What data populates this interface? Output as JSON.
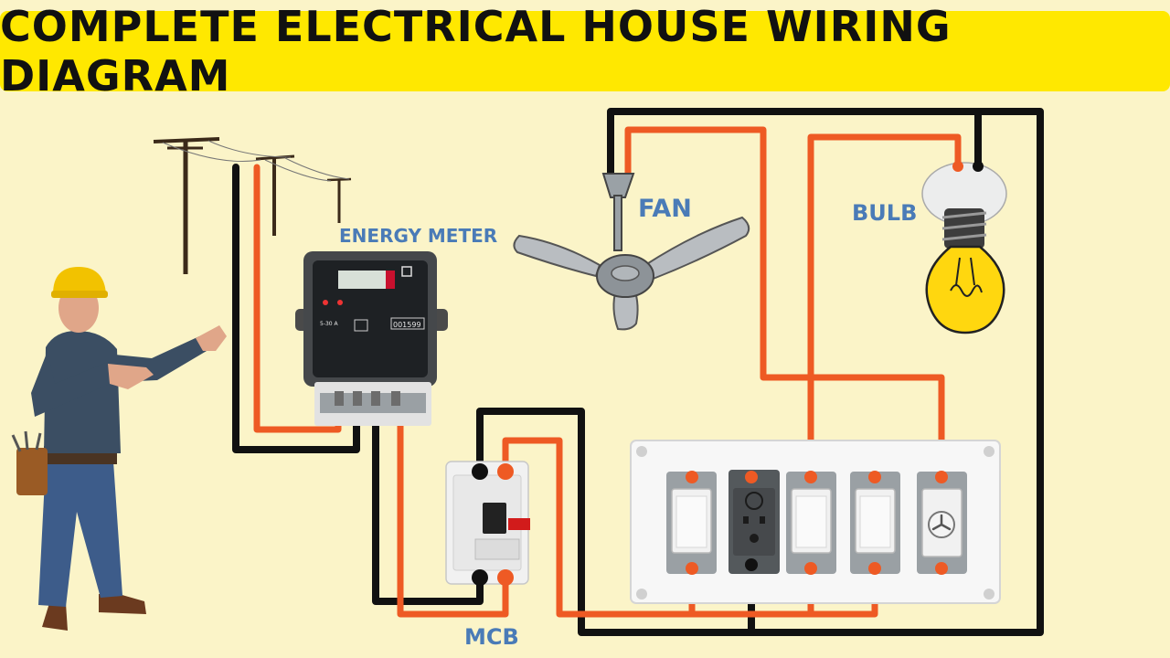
{
  "title": "COMPLETE ELECTRICAL HOUSE WIRING DIAGRAM",
  "labels": {
    "energy_meter": "ENERGY METER",
    "fan": "FAN",
    "bulb": "BULB",
    "mcb": "MCB"
  },
  "meter_display": {
    "reading": "001599",
    "rating": "5-30 A"
  },
  "colors": {
    "banner": "#ffe800",
    "background": "#fbf4c8",
    "phase_wire": "#ee5a24",
    "neutral_wire": "#111111",
    "label_text": "#4a7bb7"
  },
  "components": [
    "electrician",
    "utility-poles",
    "energy-meter",
    "mcb",
    "ceiling-fan",
    "bulb-holder",
    "light-bulb",
    "switch-board"
  ]
}
